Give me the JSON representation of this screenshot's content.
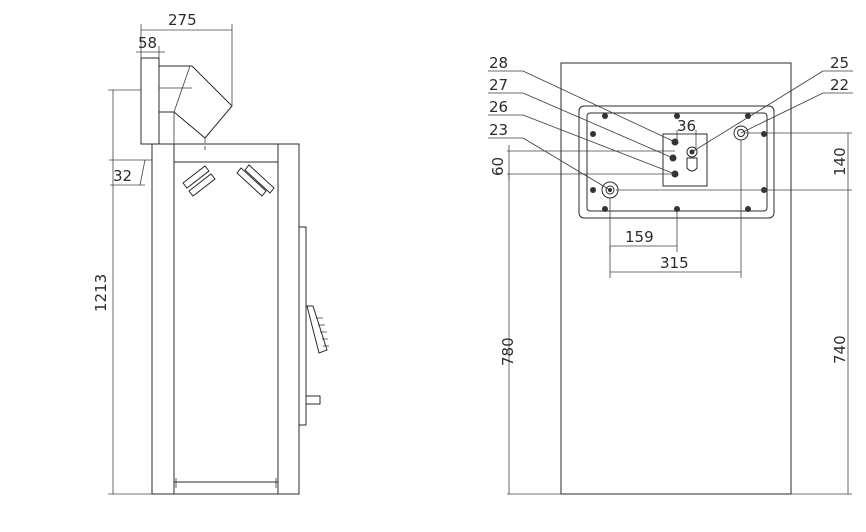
{
  "side_view": {
    "dimensions": {
      "flue_offset": "275",
      "flue_diameter": "58",
      "flue_wall_gap": "32",
      "total_height": "1213"
    }
  },
  "back_view": {
    "dimensions": {
      "connection_spacing": "36",
      "vertical_offset": "60",
      "upper_offset": "140",
      "inlet_offset": "159",
      "outlet_spacing": "315",
      "left_connection_height": "780",
      "right_connection_height": "740"
    },
    "callouts": [
      "28",
      "27",
      "26",
      "23",
      "25",
      "22"
    ]
  }
}
